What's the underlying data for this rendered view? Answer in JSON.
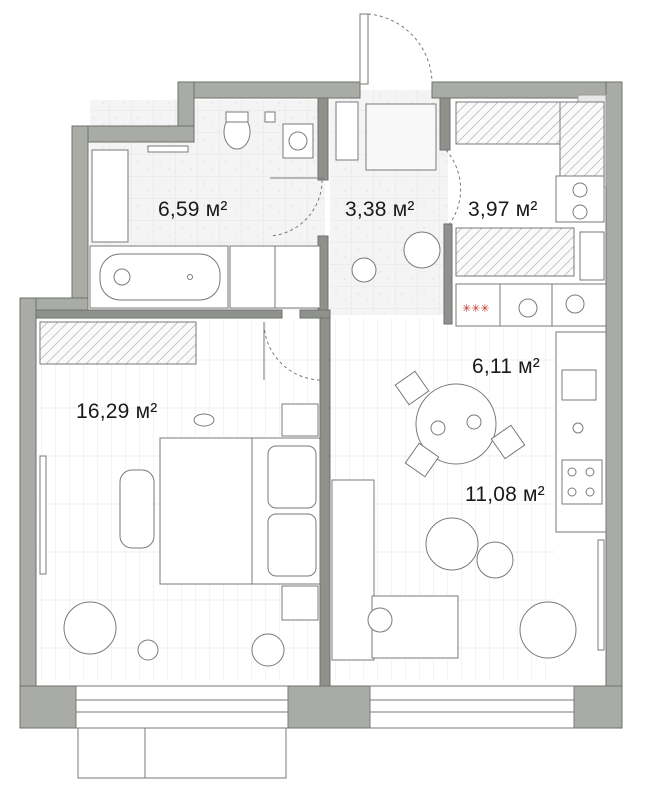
{
  "rooms": [
    {
      "id": "bathroom",
      "area": "6,59 м²"
    },
    {
      "id": "hallway",
      "area": "3,38 м²"
    },
    {
      "id": "storage",
      "area": "3,97 м²"
    },
    {
      "id": "kitchen",
      "area": "6,11 м²"
    },
    {
      "id": "bedroom",
      "area": "16,29 м²"
    },
    {
      "id": "living",
      "area": "11,08 м²"
    }
  ],
  "colors": {
    "wall": "#a9aca6",
    "wall_outline": "#6e716b",
    "line": "#7a7a7a",
    "floor_tile": "#e9e9e9",
    "text": "#1a1a1a"
  }
}
